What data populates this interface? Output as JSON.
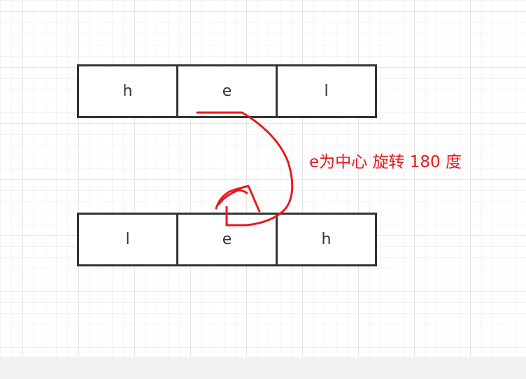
{
  "top_row": {
    "cells": [
      "h",
      "e",
      "l"
    ]
  },
  "bottom_row": {
    "cells": [
      "l",
      "e",
      "h"
    ]
  },
  "annotation": {
    "text": "e为中心 旋转 180 度",
    "color": "#e8191f"
  },
  "colors": {
    "cell_border": "#333333",
    "grid_major": "#e6e6e6",
    "grid_minor": "#f3f3f3"
  }
}
